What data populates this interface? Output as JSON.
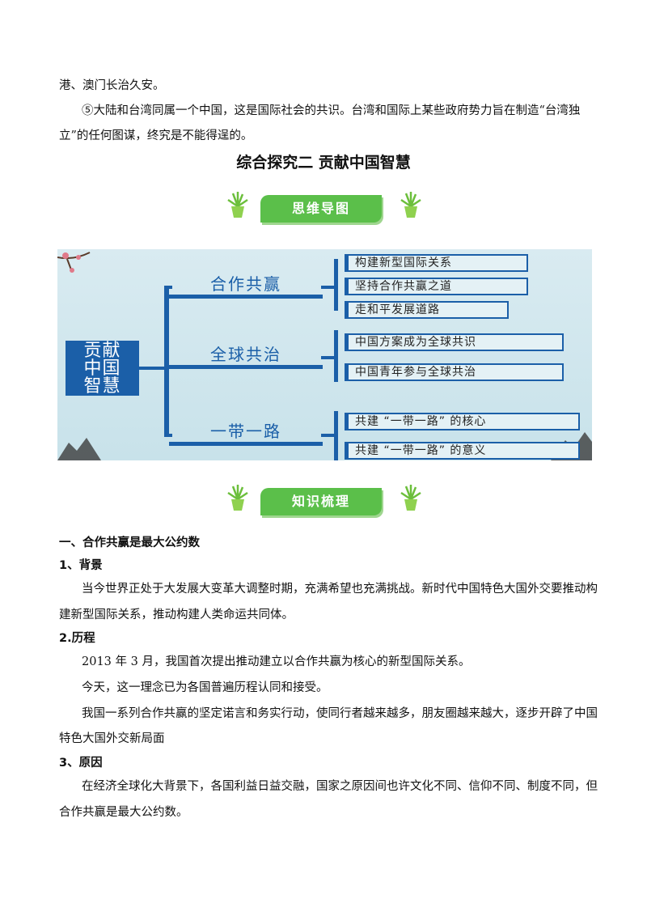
{
  "top_text": {
    "line1": "港、澳门长治久安。",
    "line2": "⑤大陆和台湾同属一个中国，这是国际社会的共识。台湾和国际上某些政府势力旨在制造“台湾独",
    "line3": "立”的任何图谋，终究是不能得逞的。"
  },
  "section_title": "综合探究二  贡献中国智慧",
  "banner_mindmap": "思维导图",
  "banner_knowledge": "知识梳理",
  "mindmap": {
    "root": [
      "贡献",
      "中国",
      "智慧"
    ],
    "branches": [
      {
        "label": "合作共赢",
        "leaves": [
          "构建新型国际关系",
          "坚持合作共赢之道",
          "走和平发展道路"
        ]
      },
      {
        "label": "全球共治",
        "leaves": [
          "中国方案成为全球共识",
          "中国青年参与全球共治"
        ]
      },
      {
        "label": "一带一路",
        "leaves": [
          "共建 “一带一路” 的核心",
          "共建 “一带一路” 的意义"
        ]
      }
    ]
  },
  "content": {
    "h1": "一、合作共赢是最大公约数",
    "h_bg": "1、背景",
    "bg1": "当今世界正处于大发展大变革大调整时期，充满希望也充满挑战。新时代中国特色大国外交要推动构",
    "bg2": "建新型国际关系，推动构建人类命运共同体。",
    "h_history": "2.历程",
    "hist1": "2013 年 3 月，我国首次提出推动建立以合作共赢为核心的新型国际关系。",
    "hist2": "今天，这一理念已为各国普遍历程认同和接受。",
    "hist3": "我国一系列合作共赢的坚定诺言和务实行动，使同行者越来越多，朋友圈越来越大，逐步开辟了中国",
    "hist4": "特色大国外交新局面",
    "h_reason": "3、原因",
    "reason1": "在经济全球化大背景下，各国利益日益交融，国家之原因间也许文化不同、信仰不同、制度不同，但",
    "reason2": "合作共赢是最大公约数。"
  },
  "colors": {
    "banner_green": "#5bbf4a",
    "map_blue": "#1b5fa8",
    "map_bg": "#d9ebf1"
  }
}
